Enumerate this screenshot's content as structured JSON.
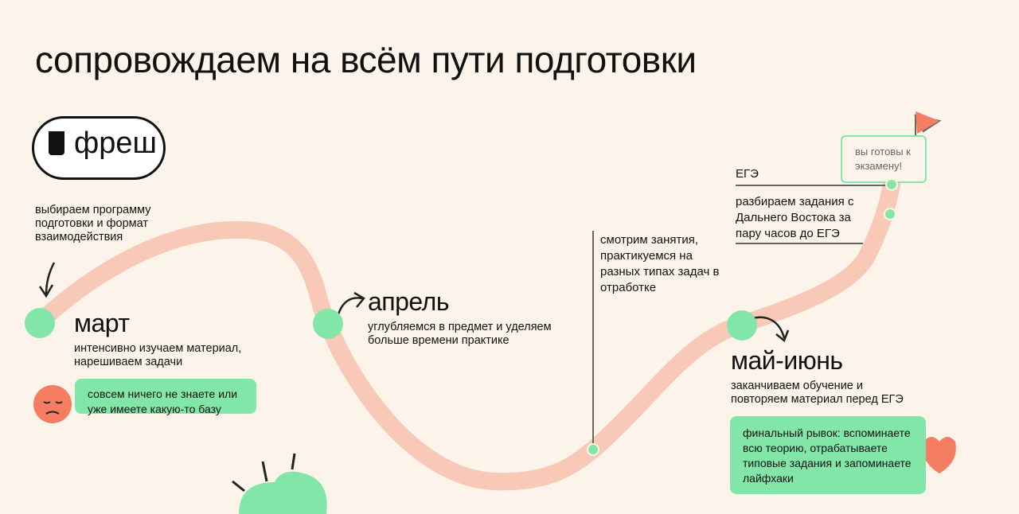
{
  "title": "сопровождаем на всём пути подготовки",
  "logo": {
    "text": "фреш"
  },
  "intro": "выбираем программу подготовки и формат взаимодействия",
  "stages": [
    {
      "name": "март",
      "desc": "интенсивно изучаем материал, нарешиваем задачи",
      "note": "совсем ничего не знаете или уже имеете какую-то базу"
    },
    {
      "name": "апрель",
      "desc": "углубляемся в предмет и уделяем больше времени практике"
    },
    {
      "name": "май-июнь",
      "desc": "заканчиваем обучение и повторяем материал перед ЕГЭ",
      "note": "финальный рывок: вспоминаете всю теорию, отрабатываете типовые задания и запоминаете лайфхаки"
    }
  ],
  "practice": "смотрим занятия, практикуемся на разных типах задач в отработке",
  "far_east": "разбираем задания с Дальнего Востока за пару часов до ЕГЭ",
  "exam": "ЕГЭ",
  "ready": "вы готовы к экзамену!",
  "colors": {
    "background": "#fcf4ea",
    "path": "#f9c9b7",
    "accent": "#82e6a8",
    "flag": "#f57d62"
  }
}
